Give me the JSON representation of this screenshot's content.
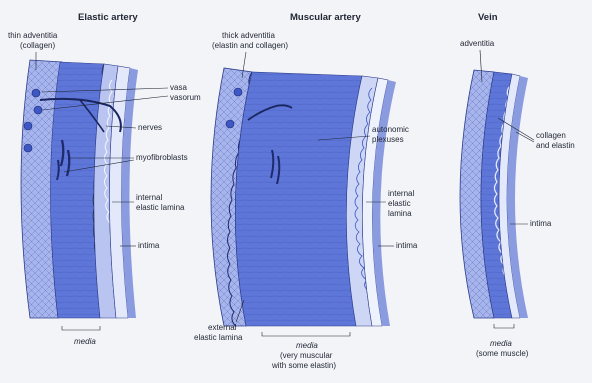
{
  "panels": [
    {
      "title": "Elastic artery",
      "labels": {
        "adventitia": [
          "thin adventitia",
          "(collagen)"
        ],
        "vasa": [
          "vasa",
          "vasorum"
        ],
        "nerves": "nerves",
        "myofibroblasts": "myofibroblasts",
        "internal_elastic": [
          "internal",
          "elastic lamina"
        ],
        "intima": "intima",
        "media": "media"
      }
    },
    {
      "title": "Muscular artery",
      "labels": {
        "adventitia": [
          "thick adventitia",
          "(elastin and collagen)"
        ],
        "autonomic": [
          "autonomic",
          "plexuses"
        ],
        "internal_elastic": [
          "internal",
          "elastic",
          "lamina"
        ],
        "intima": "intima",
        "external_elastic": [
          "external",
          "elastic lamina"
        ],
        "media": [
          "media",
          "(very muscular",
          "with some elastin)"
        ]
      }
    },
    {
      "title": "Vein",
      "labels": {
        "adventitia": "adventitia",
        "collagen": [
          "collagen",
          "and elastin"
        ],
        "intima": "intima",
        "media": [
          "media",
          "(some muscle)"
        ]
      }
    }
  ],
  "colors": {
    "media_blue": "#5d76d8",
    "media_dark": "#4a62c4",
    "adventitia_blue": "#9dabe8",
    "intima_light": "#dfe6fb",
    "lumen_blue": "#8a9be0",
    "background": "#f3f4f8"
  }
}
